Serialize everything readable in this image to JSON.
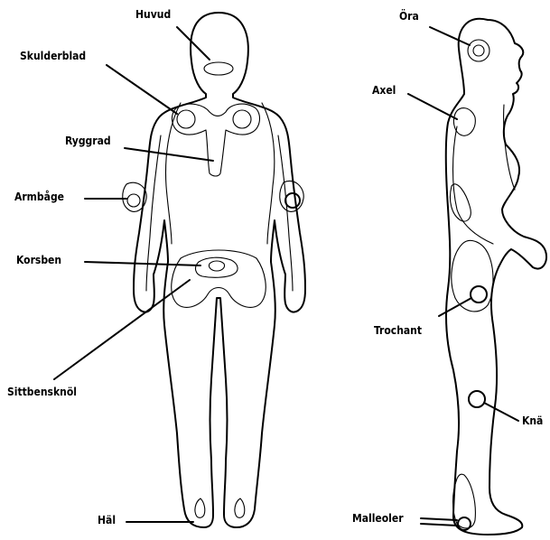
{
  "labels": {
    "back": {
      "head": "Huvud",
      "shoulder_blade": "Skulderblad",
      "spine": "Ryggrad",
      "elbow": "Armbåge",
      "sacrum": "Korsben",
      "ischial": "Sittbensknöl",
      "heel": "Häl"
    },
    "side": {
      "ear": "Öra",
      "shoulder": "Axel",
      "trochanter": "Trochant",
      "knee": "Knä",
      "malleoli": "Malleoler"
    }
  }
}
